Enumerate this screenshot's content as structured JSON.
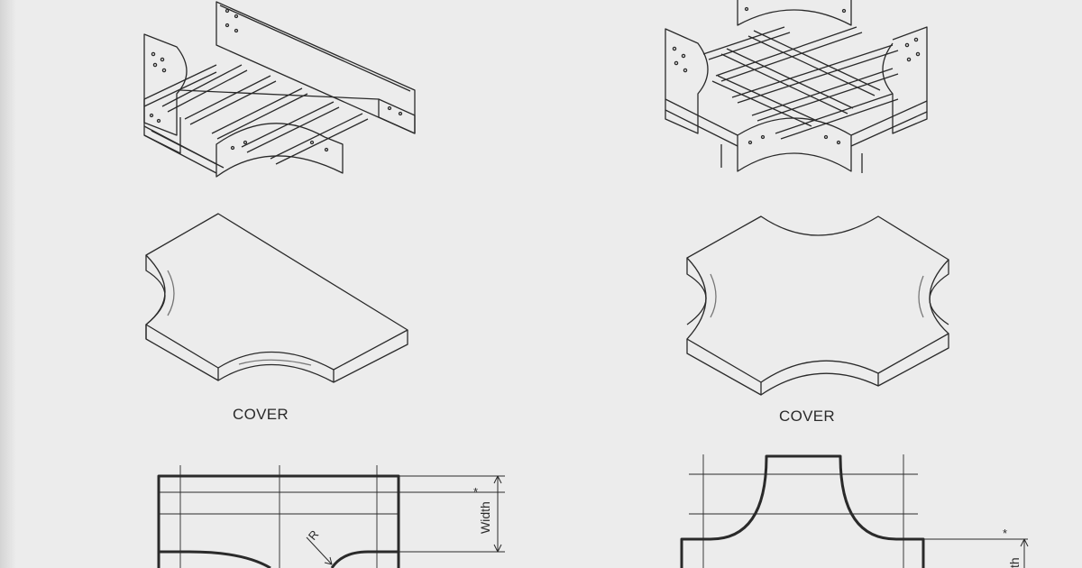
{
  "labels": {
    "cover_left": "COVER",
    "cover_right": "COVER",
    "width_left": "Width",
    "width_marker": "*",
    "radius": "R",
    "width_right": "th"
  },
  "colors": {
    "background": "#ececec",
    "line": "#2a2a2a"
  },
  "drawings": [
    {
      "name": "tee-ladder-tray",
      "view": "isometric"
    },
    {
      "name": "cross-ladder-tray",
      "view": "isometric"
    },
    {
      "name": "tee-cover",
      "view": "isometric"
    },
    {
      "name": "cross-cover",
      "view": "isometric"
    },
    {
      "name": "tee-plan",
      "view": "plan"
    },
    {
      "name": "cross-plan",
      "view": "plan"
    }
  ]
}
